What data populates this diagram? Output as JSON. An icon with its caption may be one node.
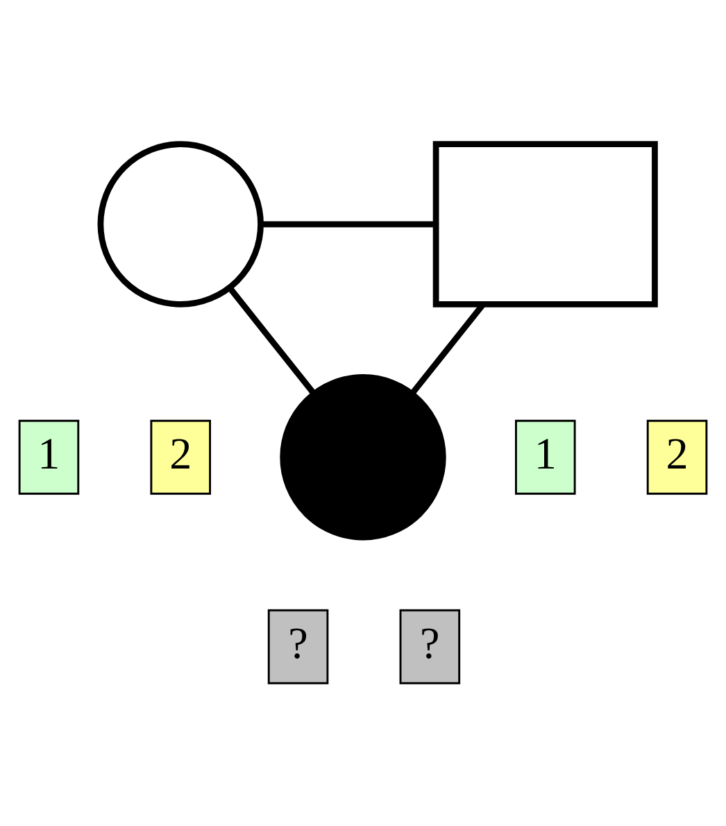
{
  "diagram": {
    "nodes": [
      {
        "text": [],
        "shape": "circle"
      },
      {
        "text": [],
        "shape": "box"
      },
      {
        "text": [],
        "shape": "circle"
      },
      {
        "text": [
          "1"
        ]
      },
      {
        "text": [
          "2"
        ]
      },
      {
        "text": [
          "1"
        ]
      },
      {
        "text": [
          "2"
        ]
      },
      {
        "text": [
          "?"
        ]
      },
      {
        "text": [
          "?"
        ]
      }
    ],
    "edges": [
      {
        "from": 0,
        "to": 1,
        "arrow": "none"
      },
      {
        "from": 0,
        "to": 2,
        "arrow": "none"
      },
      {
        "from": 1,
        "to": 2,
        "arrow": "none"
      }
    ]
  }
}
